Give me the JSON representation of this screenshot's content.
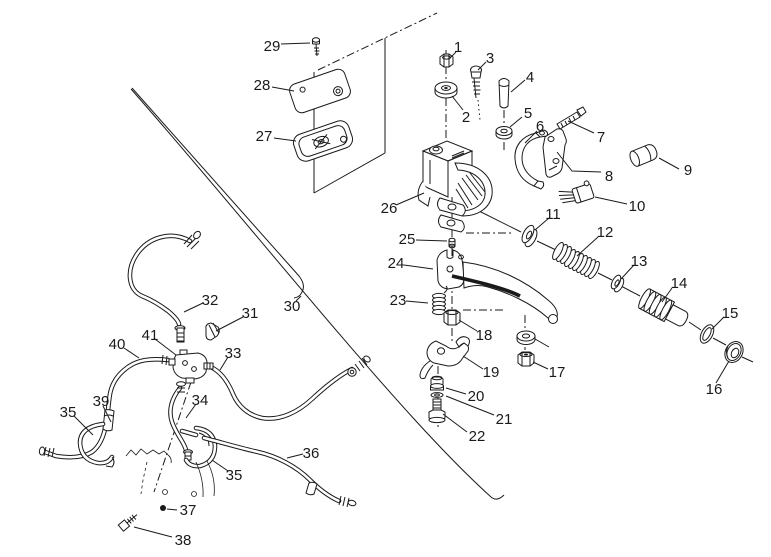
{
  "figure": {
    "type": "exploded-parts-diagram",
    "colors": {
      "line": "#1a1a1a",
      "background": "#ffffff"
    },
    "callouts": {
      "n1": "1",
      "n2": "2",
      "n3": "3",
      "n4": "4",
      "n5": "5",
      "n5b": "5",
      "n6": "6",
      "n7": "7",
      "n8": "8",
      "n9": "9",
      "n10": "10",
      "n11": "11",
      "n12": "12",
      "n13": "13",
      "n14": "14",
      "n15": "15",
      "n16": "16",
      "n17": "17",
      "n18": "18",
      "n19": "19",
      "n20": "20",
      "n21": "21",
      "n22": "22",
      "n23": "23",
      "n24": "24",
      "n25": "25",
      "n26": "26",
      "n27": "27",
      "n28": "28",
      "n29": "29",
      "n30": "30",
      "n31": "31",
      "n32": "32",
      "n33": "33",
      "n34": "34",
      "n35": "35",
      "n35b": "35",
      "n36": "36",
      "n37": "37",
      "n38": "38",
      "n39": "39",
      "n40": "40",
      "n41": "41"
    }
  }
}
